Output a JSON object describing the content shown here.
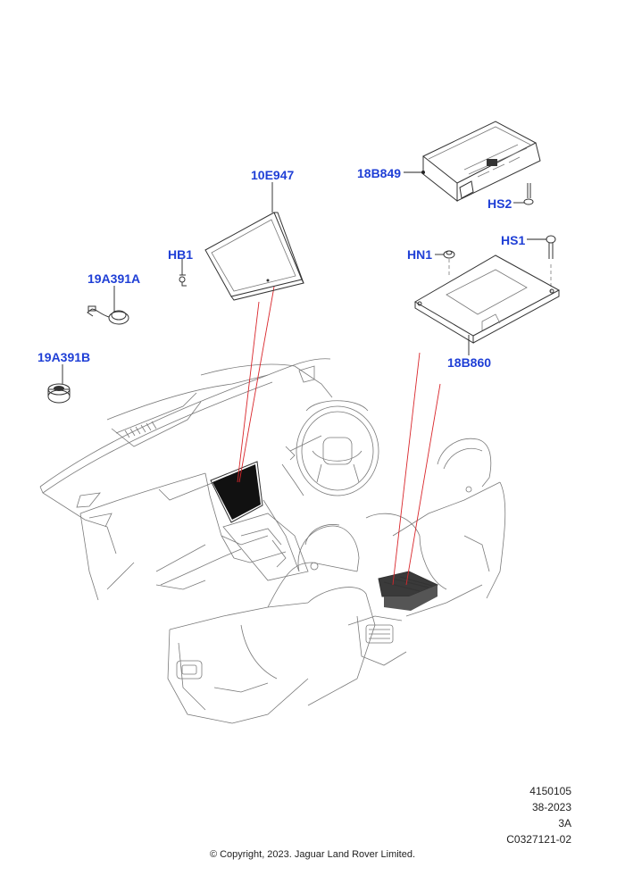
{
  "callouts": {
    "c10E947": "10E947",
    "c18B849": "18B849",
    "cHS2": "HS2",
    "cHS1": "HS1",
    "cHN1": "HN1",
    "cHB1": "HB1",
    "c19A391A": "19A391A",
    "c19A391B": "19A391B",
    "c18B860": "18B860"
  },
  "meta": {
    "line1": "4150105",
    "line2": "38-2023",
    "line3": "3A",
    "line4": "C0327121-02"
  },
  "copyright": "© Copyright, 2023. Jaguar Land Rover Limited.",
  "colors": {
    "callout": "#1f3fd6",
    "highlight_line": "#d9262b"
  }
}
